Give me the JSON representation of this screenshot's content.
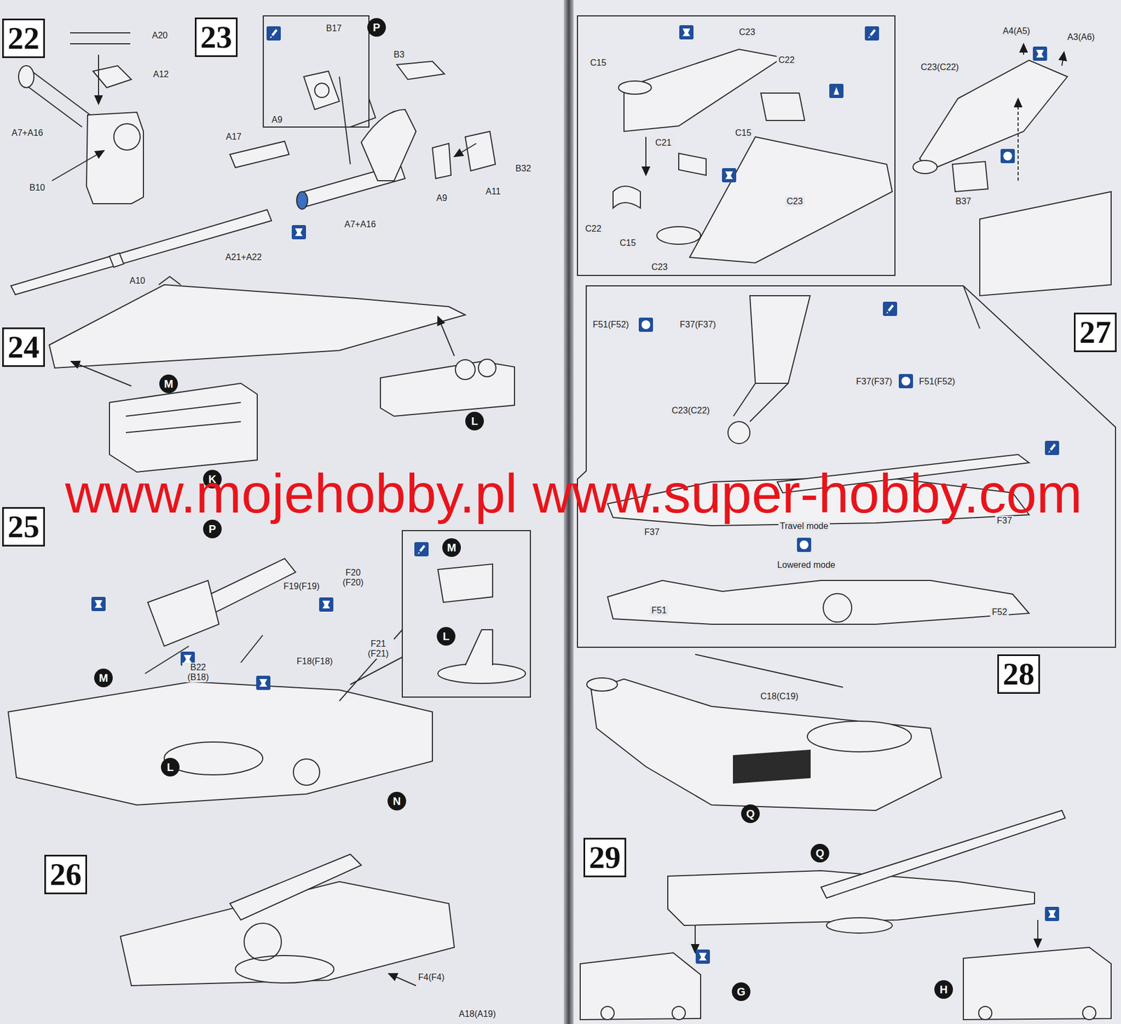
{
  "diagram": {
    "nodes": [
      {
        "text": [
          "22"
        ]
      },
      {
        "text": [
          "23"
        ]
      },
      {
        "text": [
          "P"
        ]
      },
      {
        "text": [
          "24"
        ]
      },
      {
        "text": [
          "M"
        ]
      },
      {
        "text": [
          "L"
        ]
      },
      {
        "text": [
          "K"
        ]
      },
      {
        "text": [
          "25"
        ]
      },
      {
        "text": [
          "P"
        ]
      },
      {
        "text": [
          "M"
        ]
      },
      {
        "text": [
          "L"
        ]
      },
      {
        "text": [
          "M"
        ]
      },
      {
        "text": [
          "L"
        ]
      },
      {
        "text": [
          "N"
        ]
      },
      {
        "text": [
          "26"
        ]
      },
      {
        "text": [
          "27"
        ]
      },
      {
        "text": [
          "28"
        ]
      },
      {
        "text": [
          "Q"
        ]
      },
      {
        "text": [
          "29"
        ]
      },
      {
        "text": [
          "Q"
        ]
      },
      {
        "text": [
          "G"
        ]
      },
      {
        "text": [
          "H"
        ]
      }
    ],
    "labels": [
      "A20",
      "A12",
      "A7+A16",
      "B10",
      "B17",
      "A9",
      "B3",
      "A17",
      "B32",
      "A11",
      "A9",
      "A7+A16",
      "A21+A22",
      "A10",
      "www.mojehobby.pl www.super-hobby.com",
      "F19(F19)",
      "F20 (F20)",
      "B22 (B18)",
      "F18(F18)",
      "F21 (F21)",
      "F4(F4)",
      "A18(A19)",
      "C23",
      "C15",
      "C22",
      "C15",
      "C21",
      "C22",
      "C15",
      "C23",
      "C23",
      "A4(A5)",
      "A3(A6)",
      "C23(C22)",
      "B37",
      "F51(F52)",
      "F37(F37)",
      "F37(F37)",
      "F51(F52)",
      "C23(C22)",
      "F37",
      "Travel mode",
      "F37",
      "Lowered mode",
      "F51",
      "F52",
      "C18(C19)"
    ]
  }
}
